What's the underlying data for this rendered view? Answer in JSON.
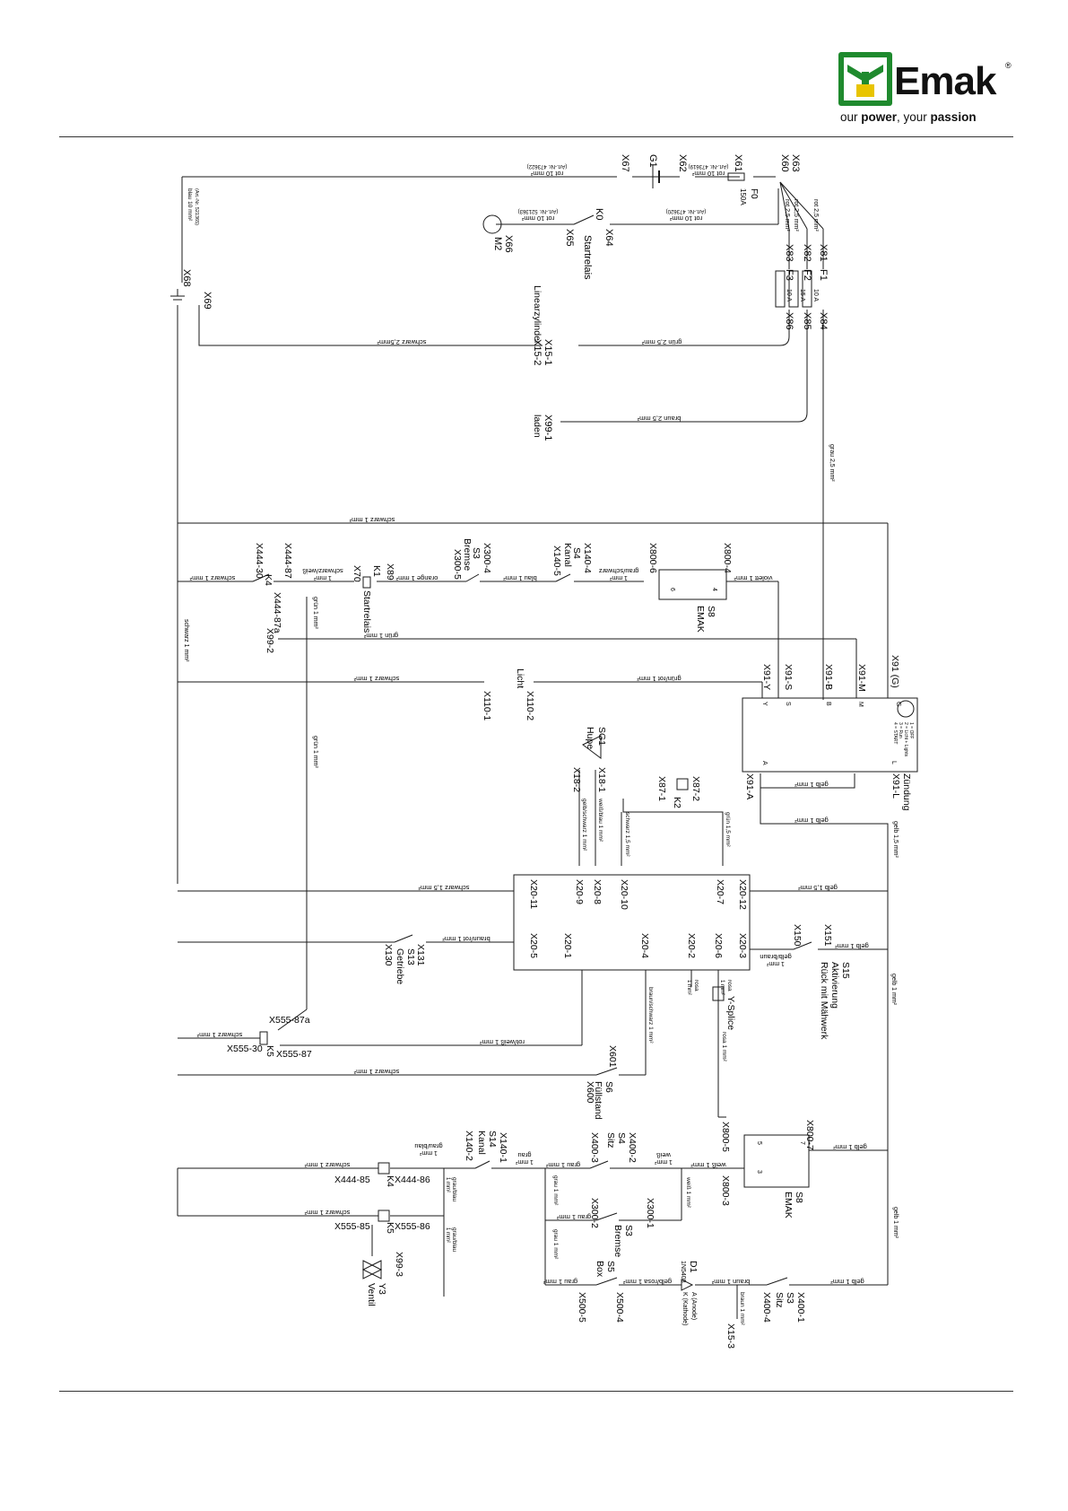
{
  "header": {
    "brand": "Emak",
    "registered": "®",
    "tagline_prefix": "our ",
    "tagline_power": "power",
    "tagline_mid": ", your ",
    "tagline_passion": "passion",
    "logo_green": "#1f8a2e",
    "logo_yellow": "#e8c400"
  },
  "schematic": {
    "wire_color": "#1a1a1a",
    "top": {
      "X67": "X67",
      "G1": "G1",
      "X62": "X62",
      "X61": "X61",
      "X60": "X60",
      "X63": "X63",
      "wire_rot10_a": "rot 10 mm²",
      "wire_rot10_a_art": "(Art.-Nr. 473622)",
      "wire_rot10_b": "rot 10 mm²",
      "wire_rot10_b_art": "(Art.-Nr. 473619)",
      "F0": "F0",
      "F0_rating": "150A",
      "wire_blau10": "blau 10 mm²",
      "wire_blau10_art": "(Art.-Nr. 521365)",
      "wire_rot10_c": "rot 10 mm²",
      "wire_rot10_c_art": "(Art.-Nr. 521363)",
      "wire_rot10_d": "rot 10 mm²",
      "wire_rot10_d_art": "(Art.-Nr. 473620)",
      "M2": "M2",
      "X66": "X66",
      "X65": "X65",
      "K0": "K0",
      "K0_name": "Startrelais",
      "X64": "X64",
      "wire_rot25_a": "rot 2,5 mm²",
      "wire_rot25_b": "rot 2,5 mm²",
      "wire_rot25_c": "rot 2,5 mm²",
      "X81": "X81",
      "X82": "X82",
      "X83": "X83",
      "F1": "F1",
      "F1_rating": "10 A",
      "F2": "F2",
      "F2_rating": "15 A",
      "F3": "F3",
      "F3_rating": "10 A",
      "X84": "X84",
      "X85": "X85",
      "X86": "X86",
      "X68": "X68",
      "X69": "X69",
      "linear": "Linearzylinder",
      "X15_1": "X15-1",
      "X15_2": "X15-2",
      "wire_schwarz25": "schwarz 2,5mm²",
      "wire_gruen25": "grün 2,5 mm²",
      "X99_1": "X99-1",
      "laden": "laden",
      "wire_braun25": "braun 2,5 mm²",
      "wire_grau25": "grau 2,5 mm²"
    },
    "middle": {
      "wire_schwarz1_top": "schwarz 1 mm²",
      "X444_30": "X444-30",
      "X444_87": "X444-87",
      "X444_87a": "X444-87a",
      "K4": "K4",
      "wire_schwarz1_k4": "schwarz 1 mm²",
      "wire_schwarzweiss": "schwarz/weiß",
      "wire_schwarzweiss_size": "1 mm²",
      "X70": "X70",
      "K1": "K1",
      "K1_name": "Startrelais",
      "X89": "X89",
      "wire_orange": "orange 1 mm²",
      "X300_5": "X300-5",
      "S3_a": "S3",
      "S3_a_name": "Bremse",
      "X300_4": "X300-4",
      "wire_blau1": "blau 1 mm²",
      "X140_5": "X140-5",
      "S4_a": "S4",
      "S4_a_name": "Kanal",
      "X140_4": "X140-4",
      "wire_grauschwarz": "grau/schwarz",
      "wire_grauschwarz_size": "1 mm²",
      "X800_6": "X800-6",
      "X800_4": "X800-4",
      "S8_a": "S8",
      "S8_a_name": "EMAK",
      "pin6": "6",
      "pin4": "4",
      "wire_violett": "violett 1 mm²",
      "X99_2": "X99-2",
      "wire_gruen1_a": "grün 1 mm²",
      "wire_gruen1_b": "grün 1 mm²",
      "wire_gruen1_c": "grün 1 mm²",
      "wire_schwarz1_v": "schwarz 1 mm²",
      "wire_schwarz1_x110": "schwarz 1 mm²",
      "X110_1": "X110-1",
      "X110_2": "X110-2",
      "licht": "Licht",
      "wire_gruenrot": "grün/rot 1 mm²",
      "X91_Y": "X91-Y",
      "X91_S": "X91-S",
      "X91_B": "X91-B",
      "X91_M": "X91-M",
      "X91_G": "X91 (G)",
      "X91_A": "X91-A",
      "X91_L": "X91-L",
      "zuendung": "Zündung",
      "sw_Y": "Y",
      "sw_S": "S",
      "sw_B": "B",
      "sw_M": "M",
      "sw_G": "G",
      "sw_A": "A",
      "sw_L": "L",
      "sw_legend1": "1 = OFF",
      "sw_legend2": "2 = Licht + Lights",
      "sw_legend3": "3 = Run",
      "sw_legend4": "4 = START",
      "wire_gelb1_sw": "gelb 1 mm²",
      "wire_gelb1_sw2": "gelb 1 mm²",
      "wire_gelb15_v": "gelb 1,5 mm²",
      "SG1": "SG1",
      "hupe": "Hupe",
      "X18_1": "X18-1",
      "X18_2": "X18-2",
      "wire_gelbschwarz": "gelb/schwarz 1 mm²",
      "wire_weissblau": "weiß/blau 1 mm²",
      "X87_1": "X87-1",
      "X87_2": "X87-2",
      "K2": "K2",
      "wire_schwarz15_k2": "schwarz 1,5 mm²",
      "wire_gruen15": "grün 1,5 mm²"
    },
    "controller": {
      "X20_11": "X20-11",
      "X20_9": "X20-9",
      "X20_8": "X20-8",
      "X20_10": "X20-10",
      "X20_7": "X20-7",
      "X20_12": "X20-12",
      "X20_5": "X20-5",
      "X20_1": "X20-1",
      "X20_4": "X20-4",
      "X20_2": "X20-2",
      "X20_6": "X20-6",
      "X20_3": "X20-3",
      "wire_schwarz15": "schwarz 1,5 mm²",
      "wire_gelb15": "gelb 1,5 mm²",
      "wire_braunrot": "braun/rot 1 mm²",
      "X130": "X130",
      "S13": "S13",
      "getriebe": "Getriebe",
      "X131": "X131",
      "X150": "X150",
      "X151": "X151",
      "wire_gelbbraun": "gelb/braun",
      "wire_gelbbraun_size": "1 mm²",
      "wire_gelb1_x151": "gelb 1 mm²",
      "S15": "S15",
      "S15_line1": "Aktivierung",
      "S15_line2": "Rück mit Mähwerk",
      "wire_gelb1_v": "gelb 1 mm²",
      "wire_rosa1": "rosa",
      "wire_rosa1_size": "1 mm²",
      "wire_rosa1b": "rosa",
      "wire_rosa1b_size": "1 mm²",
      "ysplice": "Y-Splice",
      "wire_rosa_v": "rosa 1 mm²",
      "wire_braunschwarz": "braun/schwarz 1 mm²"
    },
    "lower": {
      "X555_87a": "X555-87a",
      "X555_30": "X555-30",
      "X555_87": "X555-87",
      "K5": "K5",
      "wire_schwarz1_k5": "schwarz 1 mm²",
      "wire_rotweiss": "rot/weiß 1 mm²",
      "wire_schwarz1_s6": "schwarz 1 mm²",
      "X600": "X600",
      "X601": "X601",
      "S6": "S6",
      "S6_name": "Füllstand",
      "wire_schwarz1_k4b": "schwarz 1 mm²",
      "K4b": "K4",
      "X444_85": "X444-85",
      "X444_86": "X444-86",
      "wire_graublau_a": "grau/blau",
      "wire_graublau_a_size": "1 mm²",
      "wire_schwarz1_k5b": "schwarz 1 mm²",
      "K5b": "K5",
      "X555_85": "X555-85",
      "X555_86": "X555-86",
      "wire_graublau_b": "grau/blau",
      "wire_graublau_b_size": "1 mm²",
      "wire_graublau_c": "grau/blau",
      "wire_graublau_c_size": "1 mm²",
      "Y3": "Y3",
      "ventil": "Ventil",
      "X99_3": "X99-3",
      "X140_2": "X140-2",
      "S14": "S14",
      "S14_name": "Kanal",
      "X140_1": "X140-1",
      "wire_grau1_a": "grau",
      "wire_grau1_a_size": "1 mm²",
      "wire_grau1_b": "grau 1 mm²",
      "X400_3": "X400-3",
      "S4_b": "S4",
      "S4_b_name": "Sitz",
      "X400_2": "X400-2",
      "wire_weiss1": "weiß",
      "wire_weiss1_size": "1 mm²",
      "wire_weiss1_b": "weiß 1 mm²",
      "wire_weiss1_c": "weiß 1 mm²",
      "X800_5": "X800-5",
      "X800_3": "X800-3",
      "X800_7": "X800-7",
      "S8_b": "S8",
      "S8_b_name": "EMAK",
      "pin5": "5",
      "pin3": "3",
      "pin7": "7",
      "wire_gelb1_s8": "gelb 1 mm²",
      "wire_grau1_c": "grau 1 mm²",
      "wire_grau1_d": "grau 1 mm²",
      "X300_2": "X300-2",
      "S3_b": "S3",
      "S3_b_name": "Bremse",
      "X300_1": "X300-1",
      "wire_grau1_e": "grau 1 mm²",
      "wire_grau1_f": "grau 1 mm²",
      "X500_5": "X500-5",
      "S5": "S5",
      "S5_name": "Box",
      "X500_4": "X500-4",
      "wire_gelbrosa": "gelb/rosa 1 mm²",
      "D1": "D1",
      "D1_type": "1N5408",
      "D1_anode": "A (Anode)",
      "D1_cathode": "K (Kathode)",
      "wire_braun1": "braun 1 mm²",
      "wire_braun1_b": "braun 1 mm²",
      "X400_4": "X400-4",
      "S3_c": "S3",
      "S3_c_name": "Sitz",
      "X400_1": "X400-1",
      "wire_gelb1_end": "gelb 1 mm²",
      "X15_3": "X15-3",
      "wire_gelb1_right": "gelb 1 mm²"
    }
  }
}
